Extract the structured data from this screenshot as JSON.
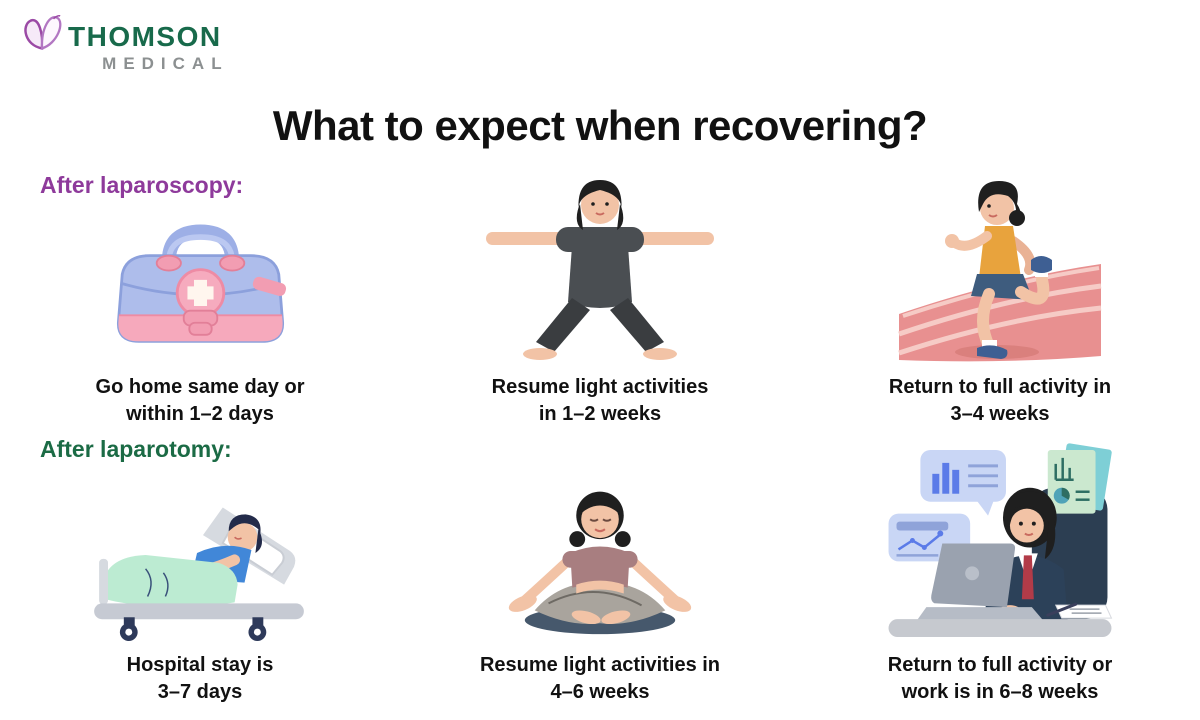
{
  "logo": {
    "name": "THOMSON",
    "subname": "MEDICAL",
    "icon": "butterfly-icon"
  },
  "title": "What to expect when recovering?",
  "colors": {
    "brand_green": "#186A4B",
    "brand_gray": "#8C9091",
    "purple": "#8E3A9B",
    "green": "#1B6B45",
    "text": "#111111"
  },
  "sections": [
    {
      "label": "After laparoscopy:",
      "items": [
        {
          "illustration": "first-aid-kit",
          "caption": "Go home same day or\nwithin 1–2 days"
        },
        {
          "illustration": "yoga-warrior-pose",
          "caption": "Resume light activities\nin 1–2 weeks"
        },
        {
          "illustration": "running-on-track",
          "caption": "Return to full activity in\n3–4 weeks"
        }
      ]
    },
    {
      "label": "After laparotomy:",
      "items": [
        {
          "illustration": "patient-in-hospital-bed",
          "caption": "Hospital stay is\n3–7 days"
        },
        {
          "illustration": "meditation-lotus-pose",
          "caption": "Resume light activities in\n4–6 weeks"
        },
        {
          "illustration": "working-at-desk",
          "caption": "Return to full activity or\nwork is in 6–8 weeks"
        }
      ]
    }
  ]
}
